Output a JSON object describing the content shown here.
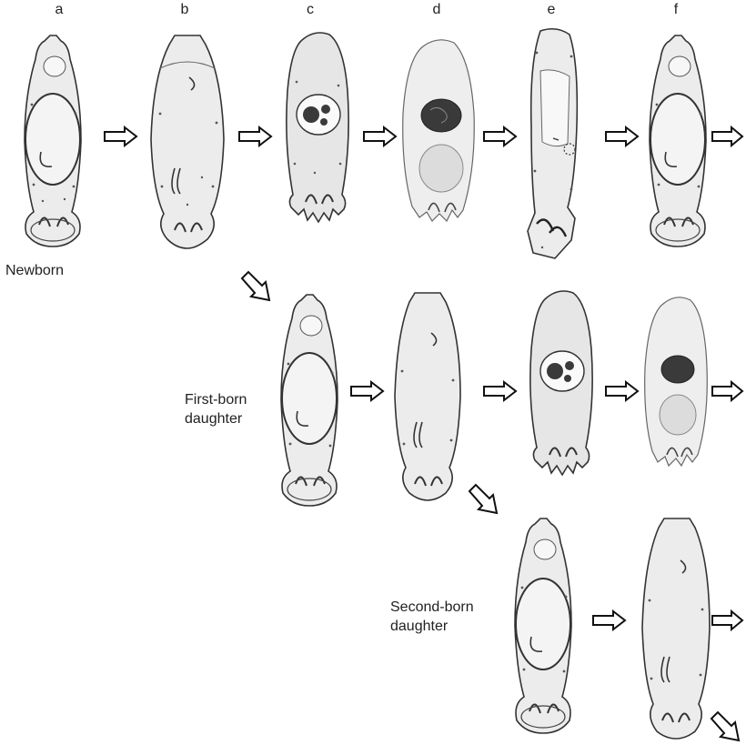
{
  "column_labels": [
    "a",
    "b",
    "c",
    "d",
    "e",
    "f"
  ],
  "captions": {
    "newborn": "Newborn",
    "first_born_line1": "First-born",
    "first_born_line2": "daughter",
    "second_born_line1": "Second-born",
    "second_born_line2": "daughter"
  },
  "stages": {
    "newborn": "newborn individual with large oval egg and claws",
    "mature": "mature individual with egg and curved claws",
    "mother": "mother with two-lobed egg inside a clear cavity",
    "embryo": "mother with developing dark embryo",
    "birth": "mother giving birth, daughter emerging at rear"
  },
  "colors": {
    "outline": "#333333",
    "fill": "#e9e9e9",
    "speckle": "#555555",
    "embryo": "#3a3a3a",
    "arrow": "#111111"
  }
}
